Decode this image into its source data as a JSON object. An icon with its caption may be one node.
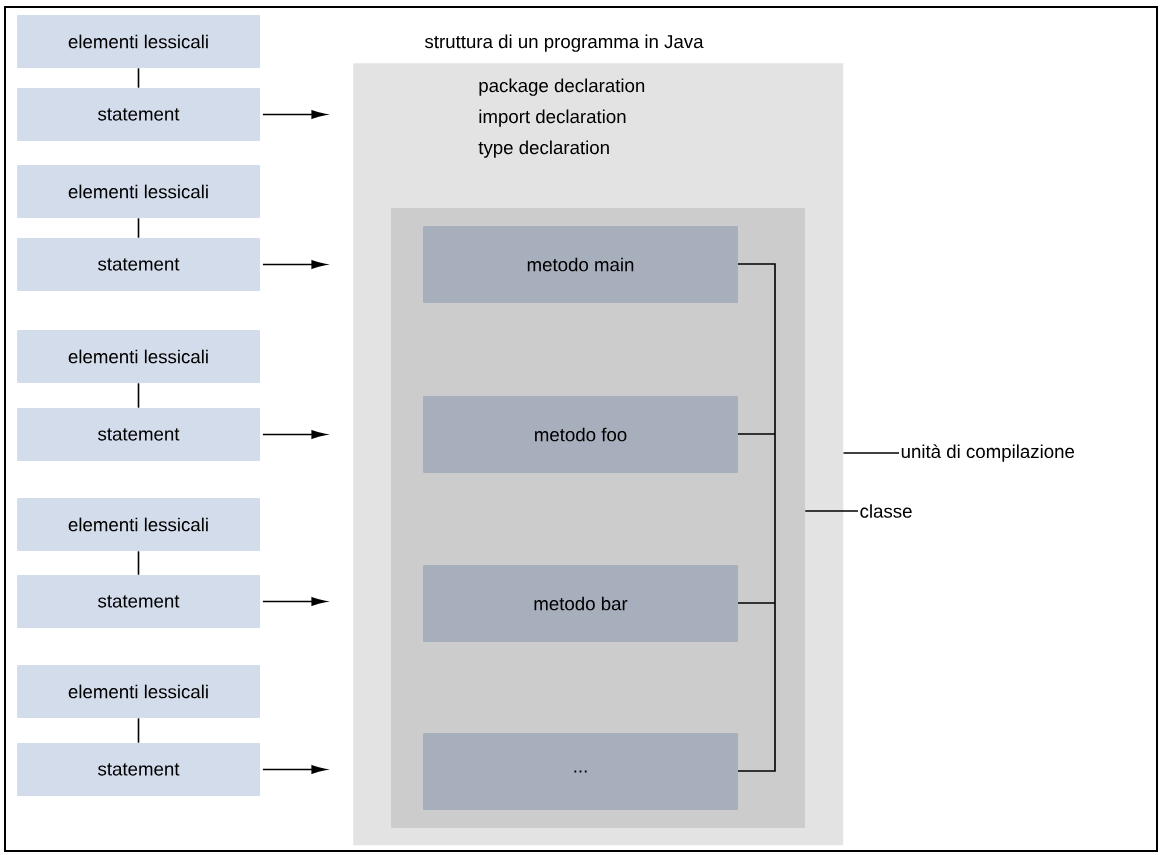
{
  "diagram": {
    "title": "struttura di un programma in Java",
    "nodes": [
      {
        "text": [
          "elementi lessicali"
        ]
      },
      {
        "text": [
          "statement"
        ]
      },
      {
        "text": [
          "elementi lessicali"
        ]
      },
      {
        "text": [
          "statement"
        ]
      },
      {
        "text": [
          "elementi lessicali"
        ]
      },
      {
        "text": [
          "statement"
        ]
      },
      {
        "text": [
          "elementi lessicali"
        ]
      },
      {
        "text": [
          "statement"
        ]
      },
      {
        "text": [
          "elementi lessicali"
        ]
      },
      {
        "text": [
          "statement"
        ]
      },
      {
        "text": [
          "package declaration",
          "import declaration",
          "type declaration"
        ]
      },
      {
        "text": [],
        "shape": "box",
        "in": 10
      },
      {
        "text": [
          "metodo main"
        ],
        "in": 11
      },
      {
        "text": [
          "metodo foo"
        ],
        "in": 11
      },
      {
        "text": [
          "metodo bar"
        ],
        "in": 11
      },
      {
        "text": [
          "..."
        ],
        "in": 11
      },
      {
        "text": [
          "unità di compilazione"
        ]
      },
      {
        "text": [
          "classe"
        ]
      }
    ],
    "edges": [
      {
        "from": 0,
        "to": 1,
        "arrow": "none"
      },
      {
        "from": 2,
        "to": 3,
        "arrow": "none"
      },
      {
        "from": 4,
        "to": 5,
        "arrow": "none"
      },
      {
        "from": 6,
        "to": 7,
        "arrow": "none"
      },
      {
        "from": 8,
        "to": 9,
        "arrow": "none"
      },
      {
        "from": 1,
        "to": 10,
        "arrow": "to"
      },
      {
        "from": 3,
        "to": 10,
        "arrow": "to"
      },
      {
        "from": 5,
        "to": 10,
        "arrow": "to"
      },
      {
        "from": 7,
        "to": 10,
        "arrow": "to"
      },
      {
        "from": 9,
        "to": 10,
        "arrow": "to"
      },
      {
        "from": 16,
        "to": 10,
        "arrow": "none"
      },
      {
        "from": 17,
        "to": 11,
        "arrow": "none"
      }
    ]
  }
}
